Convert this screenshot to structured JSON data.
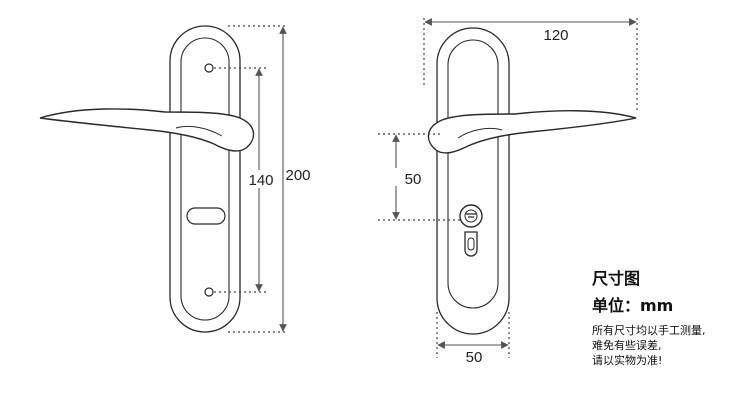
{
  "left_view": {
    "dim_hole_spacing": "140",
    "dim_plate_height": "200"
  },
  "right_view": {
    "dim_plate_width_top": "120",
    "dim_handle_to_lock": "50",
    "dim_plate_width_bottom": "50"
  },
  "legend": {
    "title": "尺寸图",
    "unit_line": "单位：mm",
    "note_lines": [
      "所有尺寸均以手工测量,",
      "难免有些误差,",
      "请以实物为准!"
    ]
  },
  "colors": {
    "outline": "#2a2a2a",
    "dim_line": "#555555",
    "guide_dots": "#444444",
    "plate_fill": "#ffffff"
  }
}
